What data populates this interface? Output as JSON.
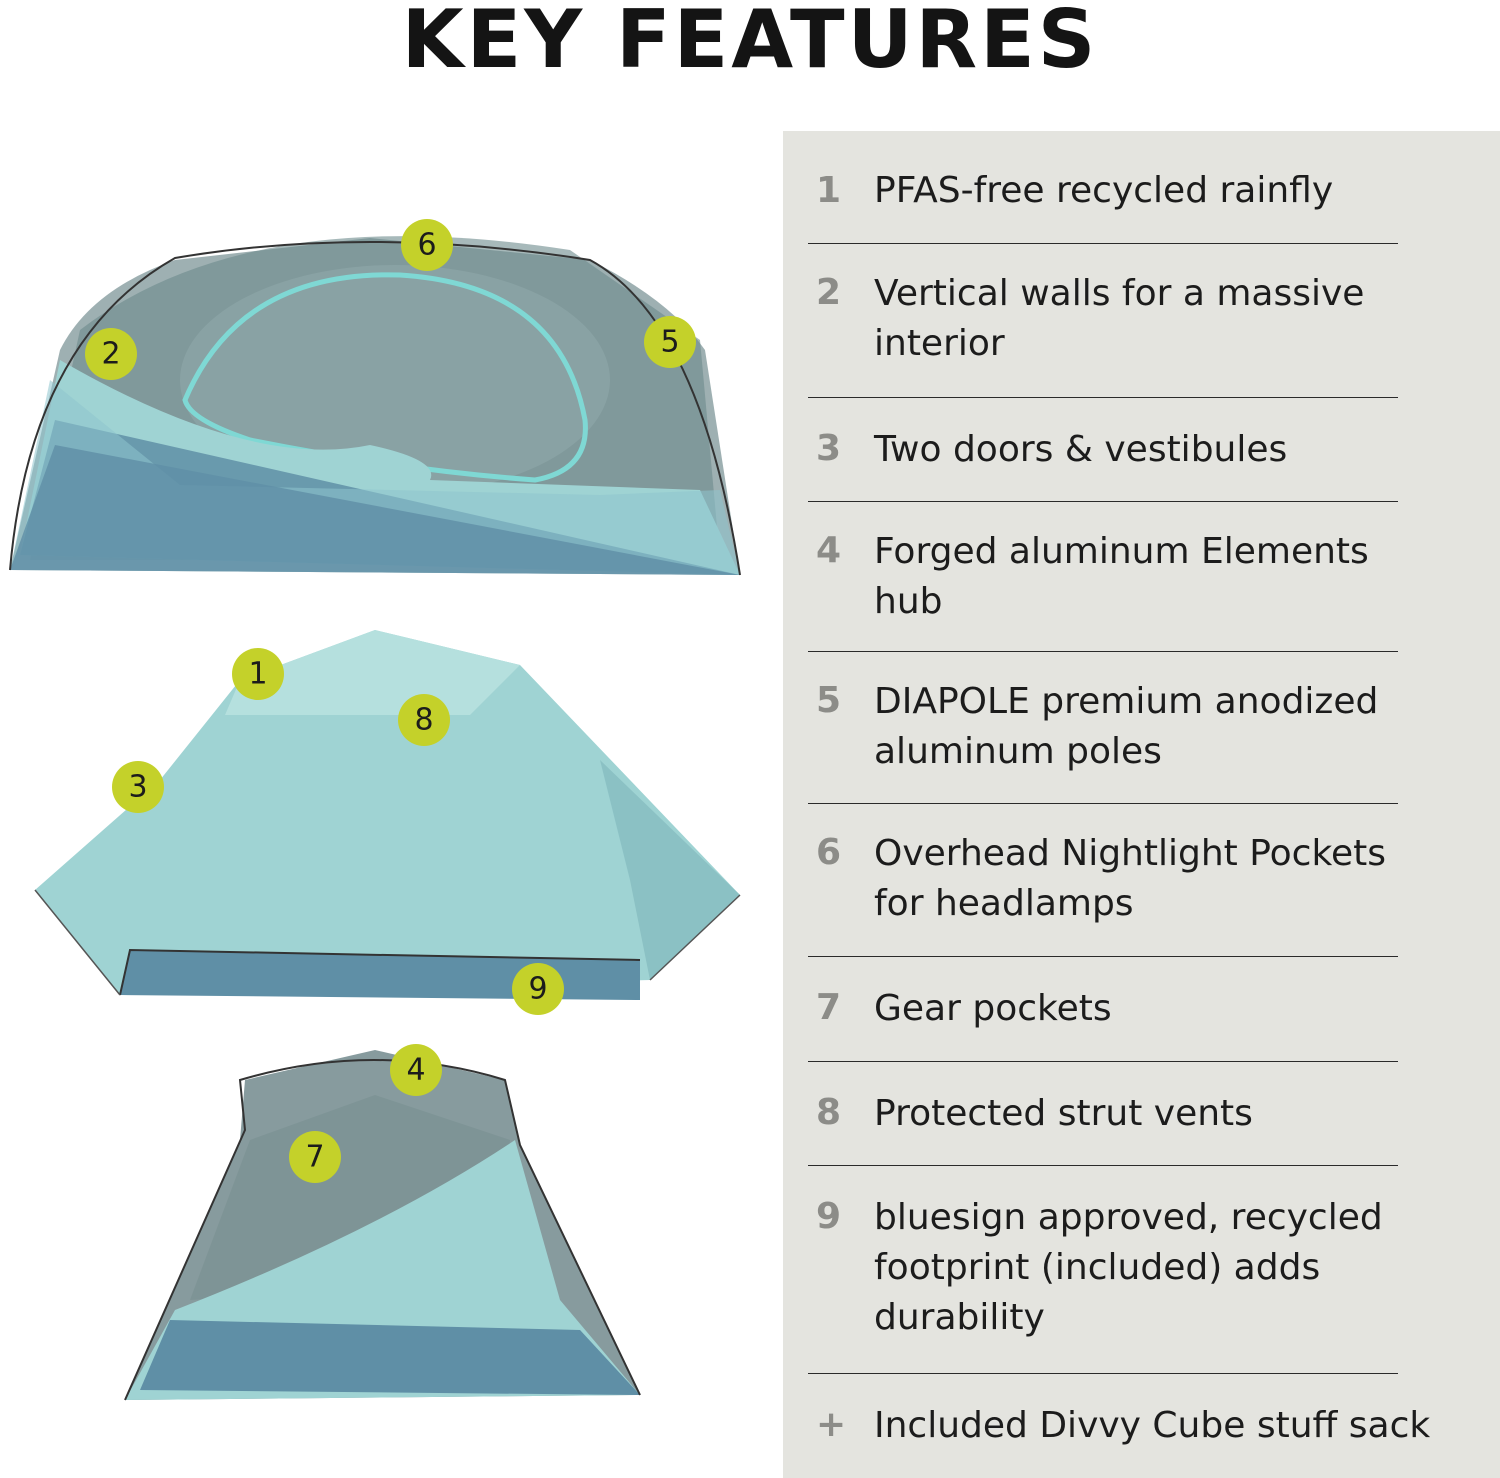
{
  "title": "KEY FEATURES",
  "features": [
    {
      "num": "1",
      "text": "PFAS-free recycled rainfly"
    },
    {
      "num": "2",
      "text": "Vertical walls for a massive\ninterior"
    },
    {
      "num": "3",
      "text": "Two doors & vestibules"
    },
    {
      "num": "4",
      "text": "Forged aluminum Elements\nhub"
    },
    {
      "num": "5",
      "text": "DIAPOLE premium anodized\naluminum poles"
    },
    {
      "num": "6",
      "text": "Overhead Nightlight Pockets\nfor headlamps"
    },
    {
      "num": "7",
      "text": "Gear pockets"
    },
    {
      "num": "8",
      "text": "Protected strut vents"
    },
    {
      "num": "9",
      "text": "bluesign approved, recycled\nfootprint (included) adds\ndurability"
    },
    {
      "num": "+",
      "text": "Included Divvy Cube stuff sack"
    }
  ],
  "badges": [
    "6",
    "2",
    "5",
    "1",
    "8",
    "3",
    "9",
    "4",
    "7"
  ],
  "colors": {
    "badge": "#c4d12a",
    "panel": "#e4e4df",
    "tent_light": "#9fd3d3",
    "tent_dark": "#5f8fa6"
  }
}
